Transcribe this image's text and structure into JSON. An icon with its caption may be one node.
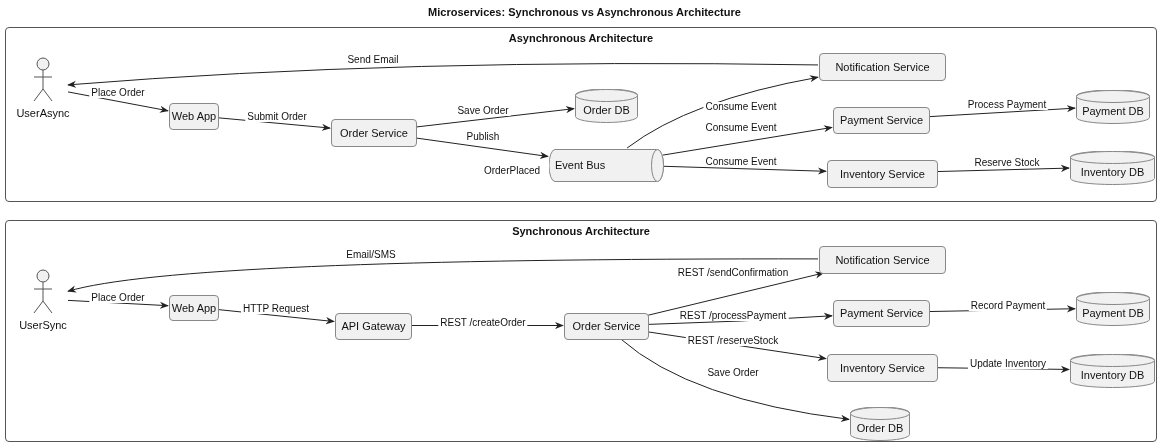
{
  "diagram": {
    "title": "Microservices: Synchronous vs Asynchronous Architecture",
    "nodes": [
      {
        "text": [
          "Asynchronous Architecture"
        ]
      },
      {
        "text": [
          "UserAsync"
        ],
        "in": 0
      },
      {
        "text": [
          "Web App"
        ],
        "in": 0
      },
      {
        "text": [
          "Order Service"
        ],
        "in": 0
      },
      {
        "text": [
          "Order DB"
        ],
        "in": 0
      },
      {
        "text": [
          "Event Bus"
        ],
        "in": 0
      },
      {
        "text": [
          "Notification Service"
        ],
        "in": 0
      },
      {
        "text": [
          "Payment Service"
        ],
        "in": 0
      },
      {
        "text": [
          "Inventory Service"
        ],
        "in": 0
      },
      {
        "text": [
          "Payment DB"
        ],
        "in": 0
      },
      {
        "text": [
          "Inventory DB"
        ],
        "in": 0
      },
      {
        "text": [
          "Synchronous Architecture"
        ]
      },
      {
        "text": [
          "UserSync"
        ],
        "in": 11
      },
      {
        "text": [
          "Web App"
        ],
        "in": 11
      },
      {
        "text": [
          "API Gateway"
        ],
        "in": 11
      },
      {
        "text": [
          "Order Service"
        ],
        "in": 11
      },
      {
        "text": [
          "Notification Service"
        ],
        "in": 11
      },
      {
        "text": [
          "Payment Service"
        ],
        "in": 11
      },
      {
        "text": [
          "Inventory Service"
        ],
        "in": 11
      },
      {
        "text": [
          "Payment DB"
        ],
        "in": 11
      },
      {
        "text": [
          "Inventory DB"
        ],
        "in": 11
      },
      {
        "text": [
          "Order DB"
        ],
        "in": 11
      }
    ],
    "edges": [
      {
        "from": 1,
        "to": 2,
        "arrow": "to",
        "label": "Place Order"
      },
      {
        "from": 2,
        "to": 3,
        "arrow": "to",
        "label": "Submit Order"
      },
      {
        "from": 3,
        "to": 4,
        "arrow": "to",
        "label": "Save Order"
      },
      {
        "from": 3,
        "to": 5,
        "arrow": "to",
        "label": "Publish"
      },
      {
        "from": 5,
        "to": 6,
        "arrow": "to",
        "label": "Consume Event"
      },
      {
        "from": 5,
        "to": 7,
        "arrow": "to",
        "label": "Consume Event"
      },
      {
        "from": 5,
        "to": 8,
        "arrow": "to",
        "label": "Consume Event"
      },
      {
        "from": 7,
        "to": 9,
        "arrow": "to",
        "label": "Process Payment"
      },
      {
        "from": 8,
        "to": 10,
        "arrow": "to",
        "label": "Reserve Stock"
      },
      {
        "from": 6,
        "to": 1,
        "arrow": "to",
        "label": "Send Email"
      },
      {
        "from": 12,
        "to": 13,
        "arrow": "to",
        "label": "Place Order"
      },
      {
        "from": 13,
        "to": 14,
        "arrow": "to",
        "label": "HTTP Request"
      },
      {
        "from": 14,
        "to": 15,
        "arrow": "to",
        "label": "REST /createOrder"
      },
      {
        "from": 15,
        "to": 16,
        "arrow": "to",
        "label": "REST /sendConfirmation"
      },
      {
        "from": 15,
        "to": 17,
        "arrow": "to",
        "label": "REST /processPayment"
      },
      {
        "from": 15,
        "to": 18,
        "arrow": "to",
        "label": "REST /reserveStock"
      },
      {
        "from": 15,
        "to": 21,
        "arrow": "to",
        "label": "Save Order"
      },
      {
        "from": 17,
        "to": 19,
        "arrow": "to",
        "label": "Record Payment"
      },
      {
        "from": 18,
        "to": 20,
        "arrow": "to",
        "label": "Update Inventory"
      },
      {
        "from": 16,
        "to": 12,
        "arrow": "to",
        "label": "Email/SMS"
      }
    ],
    "labels": [
      "OrderPlaced"
    ]
  }
}
